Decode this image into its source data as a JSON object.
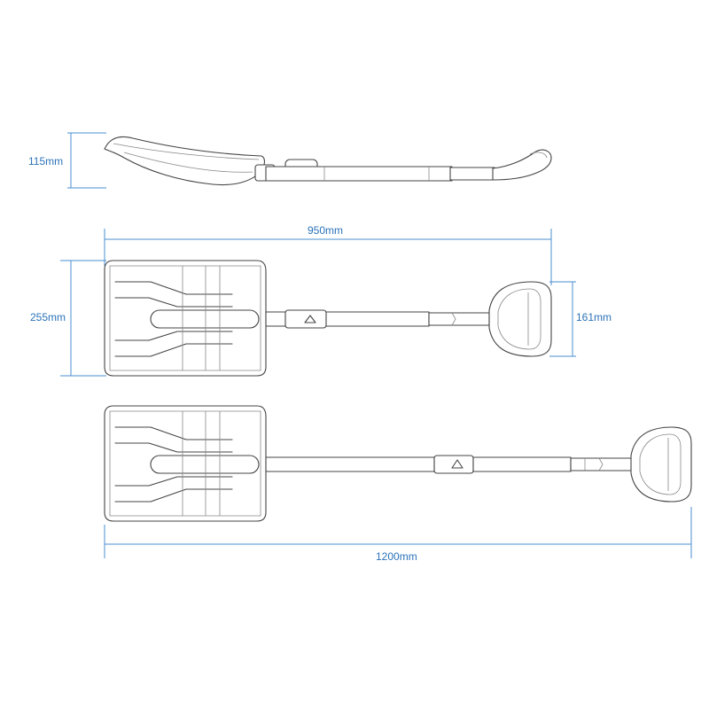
{
  "dimensions": {
    "side_height": "115mm",
    "collapsed_length": "950mm",
    "blade_width": "255mm",
    "handle_width": "161mm",
    "extended_length": "1200mm"
  },
  "colors": {
    "dimension": "#4a8fd0",
    "dimension_text": "#2b73b8",
    "drawing": "#444444"
  }
}
